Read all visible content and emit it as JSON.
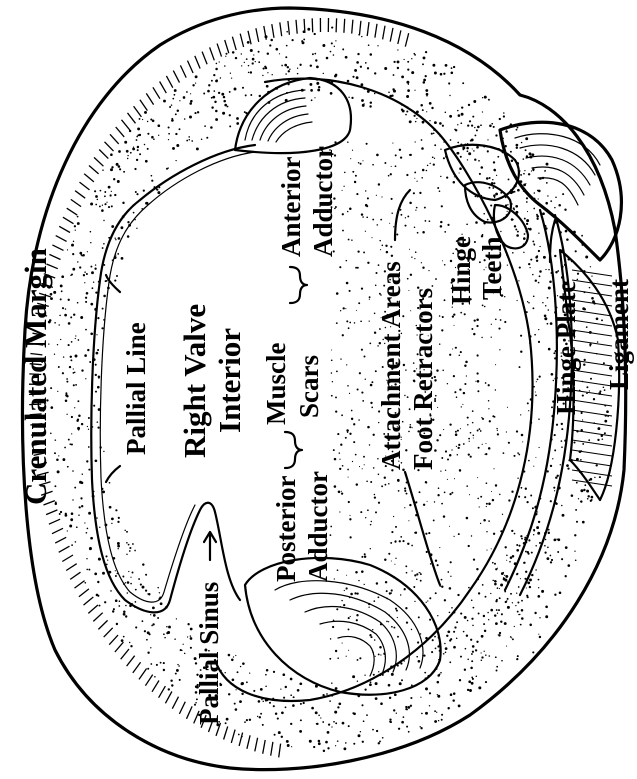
{
  "diagram": {
    "labels": {
      "crenulated_margin": "Crenulated Margin",
      "pallial_line": "Pallial Line",
      "title_line1": "Right Valve",
      "title_line2": "Interior",
      "muscle_line1": "Muscle",
      "muscle_line2": "Scars",
      "anterior_line1": "Anterior",
      "anterior_line2": "Adductor",
      "posterior_line1": "Posterior",
      "posterior_line2": "Adductor",
      "attach_line1": "Attachment Areas",
      "attach_line2": "Foot Retractors",
      "hinge_teeth_line1": "Hinge",
      "hinge_teeth_line2": "Teeth",
      "hinge_plate": "Hinge Plate",
      "ligament": "Ligament",
      "pallial_sinus": "Pallial Sinus"
    },
    "colors": {
      "ink": "#000000",
      "paper": "#ffffff"
    }
  }
}
